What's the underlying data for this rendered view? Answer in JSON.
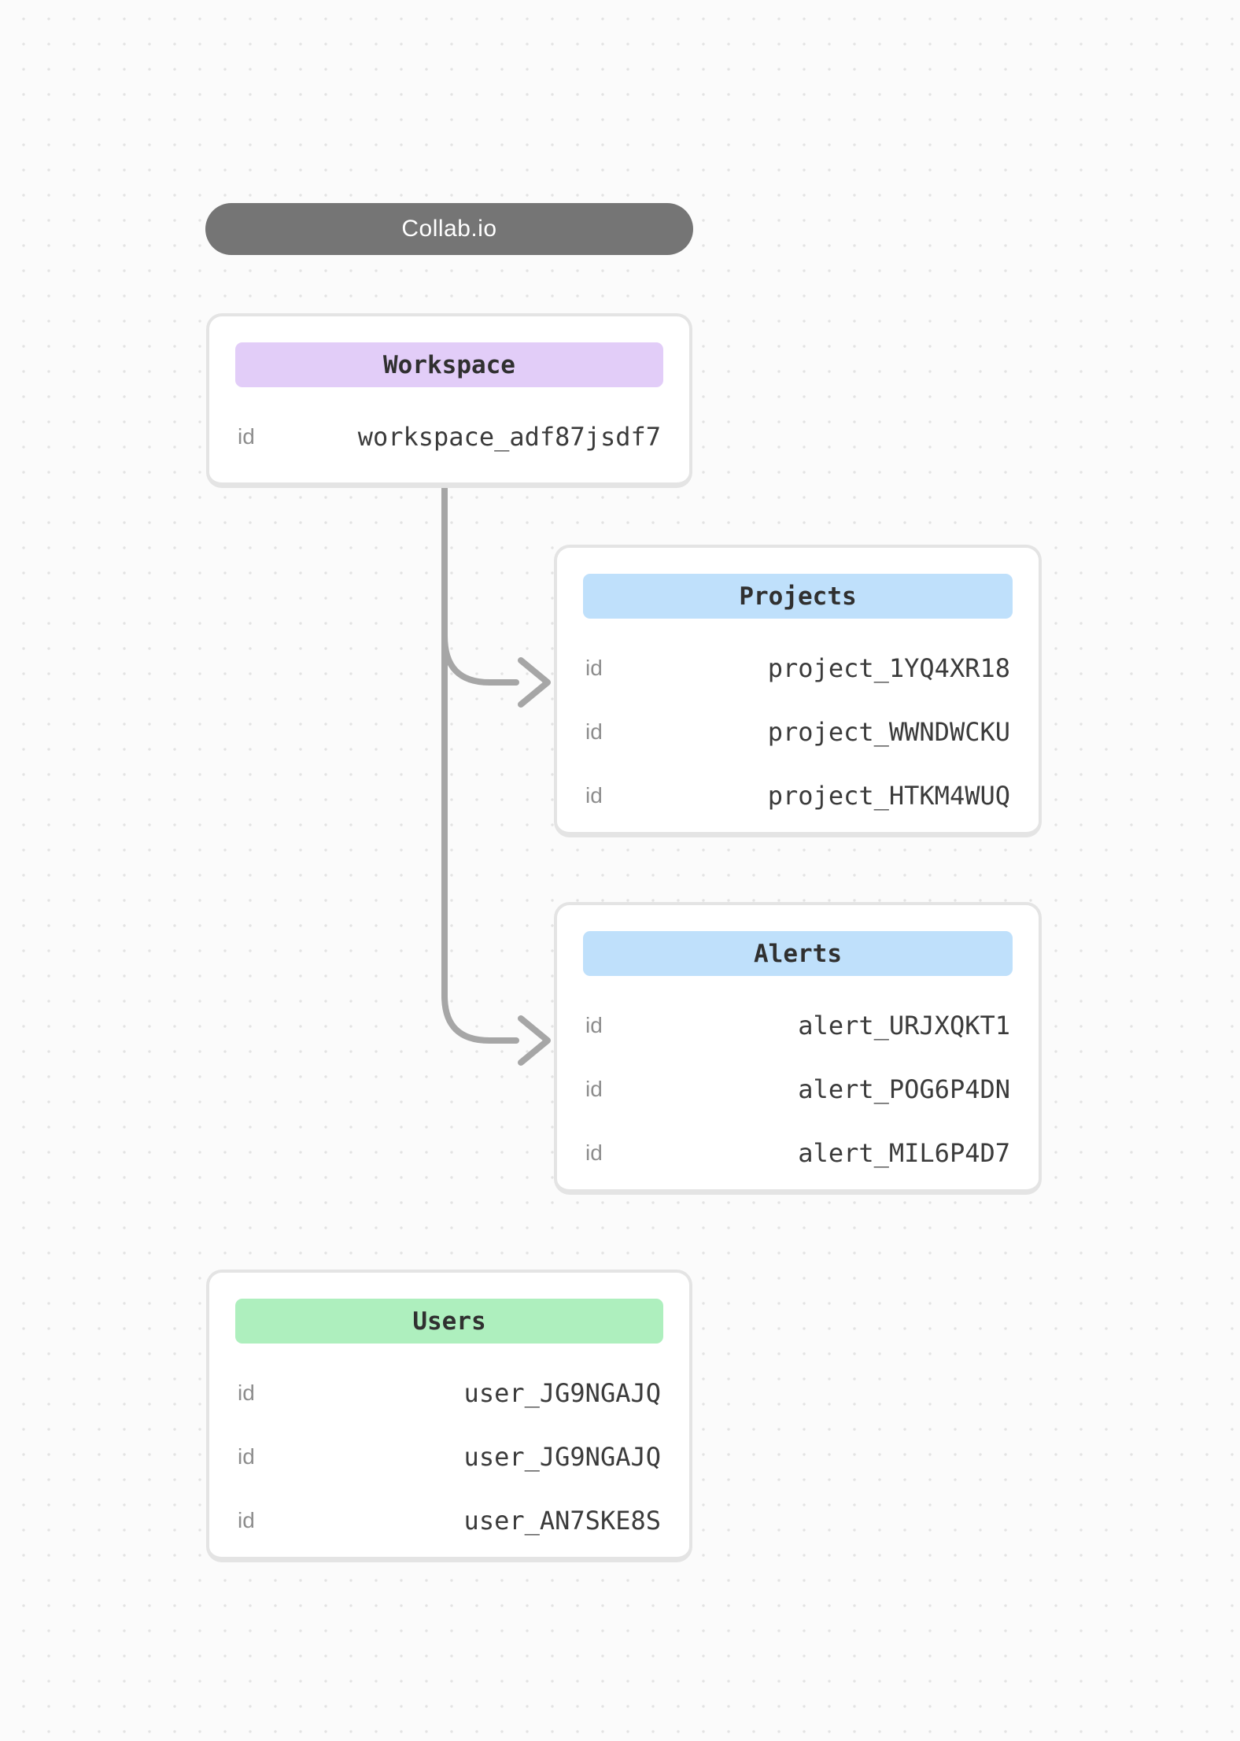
{
  "diagram": {
    "title_pill": {
      "label": "Collab.io",
      "bg": "#757575",
      "text_color": "#ffffff"
    },
    "canvas": {
      "bg": "#fbfbfb",
      "dot_color": "#e3e3e3",
      "card_border": "#e4e4e4"
    },
    "connector_color": "#a6a6a6",
    "entities": {
      "workspace": {
        "title": "Workspace",
        "header_bg": "#e2cdf8",
        "rows": [
          {
            "label": "id",
            "value": "workspace_adf87jsdf7"
          }
        ]
      },
      "projects": {
        "title": "Projects",
        "header_bg": "#bfe0fb",
        "rows": [
          {
            "label": "id",
            "value": "project_1YQ4XR18"
          },
          {
            "label": "id",
            "value": "project_WWNDWCKU"
          },
          {
            "label": "id",
            "value": "project_HTKM4WUQ"
          }
        ]
      },
      "alerts": {
        "title": "Alerts",
        "header_bg": "#bfe0fb",
        "rows": [
          {
            "label": "id",
            "value": "alert_URJXQKT1"
          },
          {
            "label": "id",
            "value": "alert_POG6P4DN"
          },
          {
            "label": "id",
            "value": "alert_MIL6P4D7"
          }
        ]
      },
      "users": {
        "title": "Users",
        "header_bg": "#aeefbe",
        "rows": [
          {
            "label": "id",
            "value": "user_JG9NGAJQ"
          },
          {
            "label": "id",
            "value": "user_JG9NGAJQ"
          },
          {
            "label": "id",
            "value": "user_AN7SKE8S"
          }
        ]
      }
    },
    "connections": [
      {
        "from": "workspace",
        "to": "projects"
      },
      {
        "from": "workspace",
        "to": "alerts"
      }
    ]
  }
}
